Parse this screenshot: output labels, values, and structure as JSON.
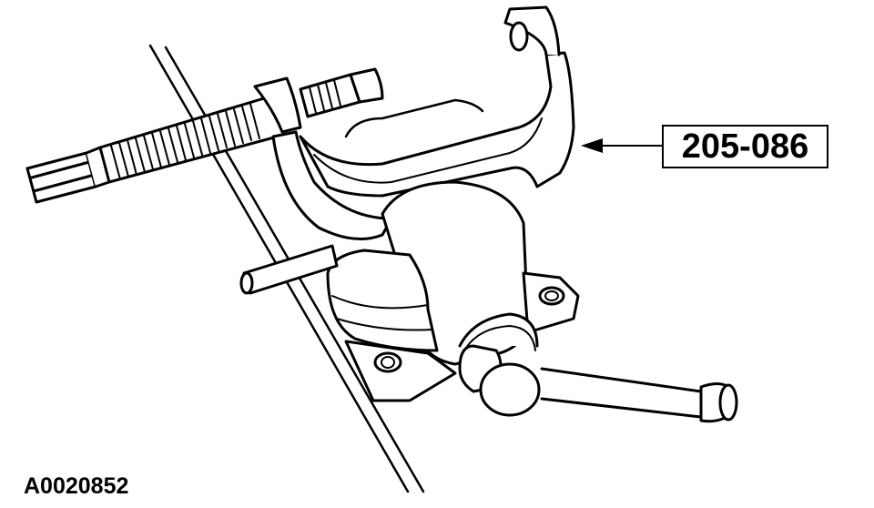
{
  "diagram": {
    "type": "technical service illustration",
    "subject": "Puller tool 205-086 mounted on yoke held in bench vise",
    "callout": {
      "label": "205-086",
      "points_to": "puller yoke"
    },
    "figure_id": "A0020852",
    "colors": {
      "line": "#000000",
      "background": "#ffffff"
    }
  }
}
